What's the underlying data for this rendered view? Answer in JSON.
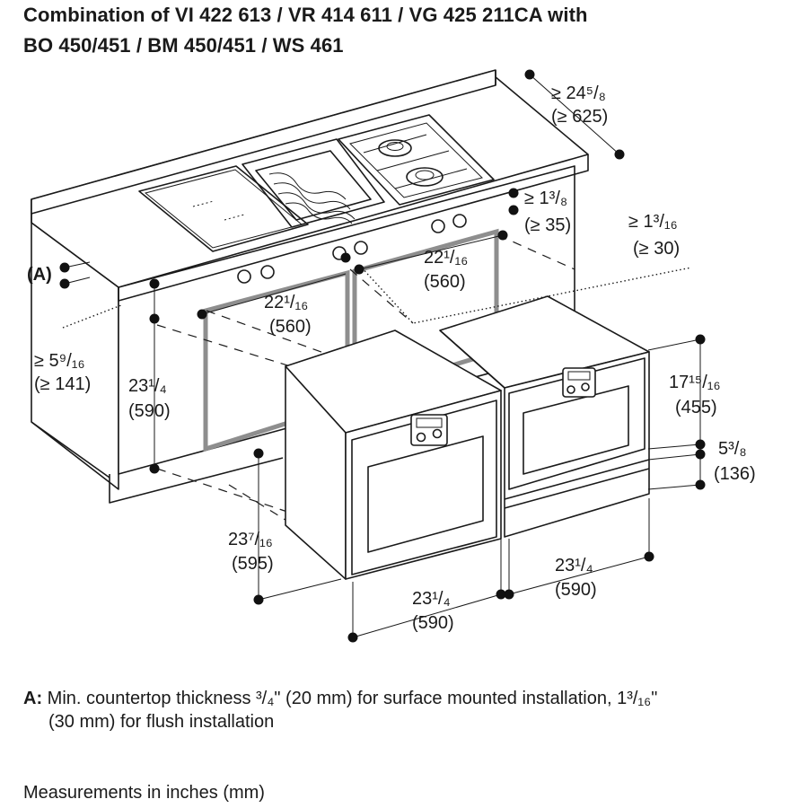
{
  "title": {
    "line1": "Combination of VI 422 613 / VR 414 611 / VG 425 211CA with",
    "line2": "BO 450/451 / BM 450/451 / WS 461"
  },
  "dimensions": {
    "depth_cabinet": {
      "inch": "≥ 24⁵/₈",
      "mm": "(≥ 625)"
    },
    "hob_front": {
      "inch": "≥ 1³/₈",
      "mm": "(≥ 35)"
    },
    "hob_side": {
      "inch": "≥ 1³/₁₆",
      "mm": "(≥ 30)"
    },
    "niche_width_r": {
      "inch": "22¹/₁₆",
      "mm": "(560)"
    },
    "niche_width_l": {
      "inch": "22¹/₁₆",
      "mm": "(560)"
    },
    "label_a": "(A)",
    "under_counter": {
      "inch": "≥ 5⁹/₁₆",
      "mm": "(≥ 141)"
    },
    "niche_height": {
      "inch": "23¹/₄",
      "mm": "(590)"
    },
    "bm_height": {
      "inch": "17¹⁵/₁₆",
      "mm": "(455)"
    },
    "ws_height": {
      "inch": "5³/₈",
      "mm": "(136)"
    },
    "oven_depth": {
      "inch": "23⁷/₁₆",
      "mm": "(595)"
    },
    "bm_width": {
      "inch": "23¹/₄",
      "mm": "(590)"
    },
    "bo_width": {
      "inch": "23¹/₄",
      "mm": "(590)"
    }
  },
  "footnote": {
    "label": "A:",
    "line1": "Min. countertop thickness ³/₄\" (20 mm) for surface mounted installation, 1³/₁₆\"",
    "line2": "(30 mm) for flush installation"
  },
  "units_note": "Measurements in inches (mm)"
}
